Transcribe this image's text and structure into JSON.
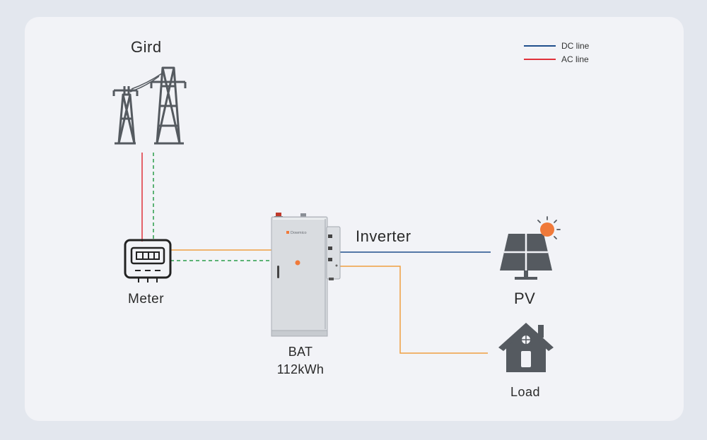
{
  "labels": {
    "grid": "Gird",
    "meter": "Meter",
    "bat": "BAT",
    "capacity": "112kWh",
    "inverter": "Inverter",
    "pv": "PV",
    "load": "Load",
    "brand": "Dowmico"
  },
  "legend": {
    "dc": {
      "label": "DC line",
      "color": "#1f4e8c"
    },
    "ac": {
      "label": "AC line",
      "color": "#e0313a"
    }
  },
  "colors": {
    "ac_line": "#e0313a",
    "dc_line": "#1f4e8c",
    "comm_line": "#2a9d4a",
    "load_line": "#f0a040",
    "icon": "#555a60",
    "sun": "#f07a3a"
  },
  "icons": [
    "transmission-tower-icon",
    "meter-icon",
    "battery-cabinet-icon",
    "inverter-icon",
    "solar-panel-icon",
    "sun-icon",
    "house-icon"
  ]
}
